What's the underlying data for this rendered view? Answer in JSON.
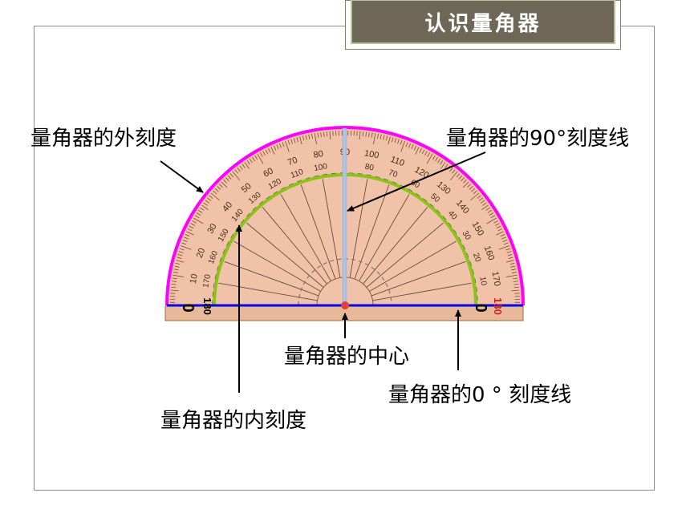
{
  "title": "认识量角器",
  "labels": {
    "outer_scale": "量角器的外刻度",
    "line_90": "量角器的90°刻度线",
    "center": "量角器的中心",
    "line_0": "量角器的0 ° 刻度线",
    "inner_scale": "量角器的内刻度"
  },
  "scale_marks": {
    "outer_numbers": [
      "10",
      "20",
      "30",
      "40",
      "50",
      "60",
      "70",
      "80",
      "90",
      "100",
      "110",
      "120",
      "130",
      "140",
      "150",
      "160",
      "170"
    ],
    "inner_numbers": [
      "170",
      "160",
      "150",
      "140",
      "130",
      "120",
      "110",
      "100",
      "80",
      "70",
      "60",
      "50",
      "40",
      "30",
      "20",
      "10"
    ],
    "left_end_outer": "0",
    "left_end_inner": "180",
    "right_end_outer": "0",
    "right_end_inner": "180"
  },
  "colors": {
    "outer_arc": "#ff00ff",
    "inner_arc": "#8cc21a",
    "baseline": "#0000ee",
    "line_90": "#a9c4e8",
    "protractor_fill": "#f0c2a8",
    "title_bg": "#6e6656"
  }
}
